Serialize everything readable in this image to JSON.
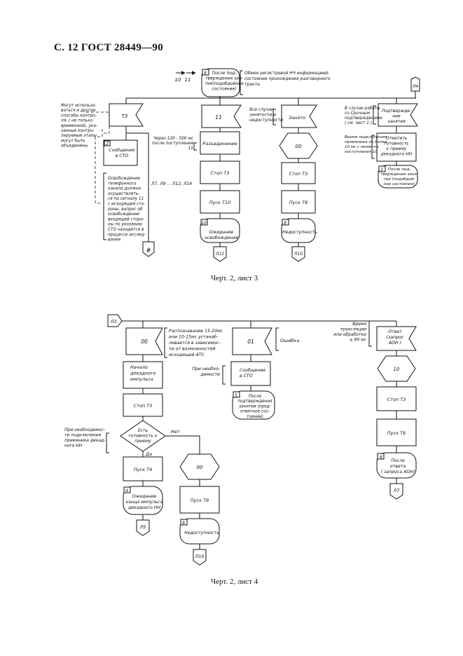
{
  "header": "С. 12 ГОСТ 28449—90",
  "captions": {
    "sheet3": "Черт.  2, лист 3",
    "sheet4": "Черт.  2, лист 4"
  },
  "sheet3": {
    "top_label_10": "10",
    "top_label_11": "11",
    "top_state_num": "9",
    "top_state_lines": [
      "После под-",
      "тверждения зан-",
      "тия(подобдойное",
      "состояние)"
    ],
    "top_note_lines": [
      "Обмен регистровой НЧ информацией;",
      "состояние прохождения разговорного",
      "тракта"
    ],
    "conn_l4": "Л4",
    "note_left_lines": [
      "Могут использо-",
      "ваться и другие",
      "способы контро-",
      "ля, ( не только",
      "временной), ука-",
      "занные контро-",
      "лируемые этапы",
      "могут быть",
      "объединены"
    ],
    "t3": "Т3",
    "col1_num": "2",
    "col1_state_lines": [
      "Сообщение",
      "в СТО"
    ],
    "release_note_lines": [
      "Освобождение",
      "телефонного",
      "канала должно",
      "осуществлять-",
      "ся по сигналу 11",
      "с исходящей сто-",
      "роны, вопрос об",
      "освобождении",
      "входящей сторо-",
      "ны по указанию",
      "СТО находится в",
      "процессе исслед-",
      "вания"
    ],
    "conn_list_label": "Л7, Л9 ... Л12, Л14",
    "conn_hash": "#",
    "recv_11": "11",
    "timing_note_lines": [
      "Через  120 - 500 мс",
      "после поступления",
      "11"
    ],
    "col2_boxes": [
      "Разъединение",
      "Стоп Т3",
      "Пуск Т10"
    ],
    "col2_state_num": "10",
    "col2_state_lines": [
      "Ожидание",
      "освобождения"
    ],
    "conn_l12": "Л12",
    "busy_note_lines": [
      "Все случаи",
      "занятости и",
      "недоступности"
    ],
    "recv_busy": "Занято",
    "col3_00": "00",
    "col3_boxes": [
      "Стоп Т3",
      "Пуск Т8"
    ],
    "col3_state_num": "8",
    "col3_state": "Недоступность",
    "conn_l10": "Л10",
    "confirm_note_lines": [
      "В случае работы",
      "со Срочным",
      "подтверждением",
      "( см. лист 1 )"
    ],
    "recv_confirm_lines": [
      "Подтвержде-",
      "ние",
      "занятия"
    ],
    "time_note_lines": [
      "Время подключения",
      "приемника не более",
      "10 мс с момента",
      "поступления  10"
    ],
    "mark_ready_lines": [
      "Отметить",
      "готовность",
      "к приему",
      "декадного НН"
    ],
    "col4_state_num": "3",
    "col4_state_lines": [
      "После под-",
      "тверждения заня-",
      "тия (подобдой-",
      "ное состояние)"
    ]
  },
  "sheet4": {
    "conn_l3": "Л3",
    "recv_00": "00",
    "recog_note_lines": [
      "Распознавание 15-20мс",
      "или 10-15мс устанаб-",
      "ливается в зависимос-",
      "ти от возможностей",
      "исходящей  АТС"
    ],
    "recv_01": "01",
    "err_note": "Ошибка",
    "col1_boxes": [
      "Начало",
      "декадного",
      "импульса"
    ],
    "col1_stop": "Стоп Т3",
    "decision_lines": [
      "Есть",
      "готовность к",
      "приему"
    ],
    "decision_yes": "Да",
    "decision_no": "Нет",
    "need_note_lines": [
      "При необходимос-",
      "ти подключения",
      "приемника декад-",
      "ного НН"
    ],
    "col1_start": "Пуск Т4",
    "col1_state_num": "4",
    "col1_state_lines": [
      "Ожидание",
      "конца импульса",
      "декадного НН"
    ],
    "conn_l5": "Л5",
    "col2_00": "00",
    "col2_start": "Пуск Т8",
    "col2_state_num": "8",
    "col2_state": "Недоступность",
    "conn_l10": "Л10",
    "need2_note_lines": [
      "При необхо-",
      "димости"
    ],
    "msg_sto_lines": [
      "Сообщение",
      "в СТО"
    ],
    "col3_state_num": "5",
    "col3_state_lines": [
      "После",
      "подтверждения",
      "занятия (пред-",
      "ответное сос-",
      "тояние)"
    ],
    "trans_note_lines": [
      "Время",
      "трансляции",
      "или обработки",
      "≤ 90 мс"
    ],
    "recv_answer_lines": [
      "Ответ",
      "(запрос",
      "АОН )"
    ],
    "col4_10": "10",
    "col4_boxes": [
      "Стоп Т3",
      "Пуск Т6"
    ],
    "col4_state_num": "6",
    "col4_state_lines": [
      "После",
      "ответа",
      "( запроса АОН)"
    ],
    "conn_l7": "Л7"
  }
}
